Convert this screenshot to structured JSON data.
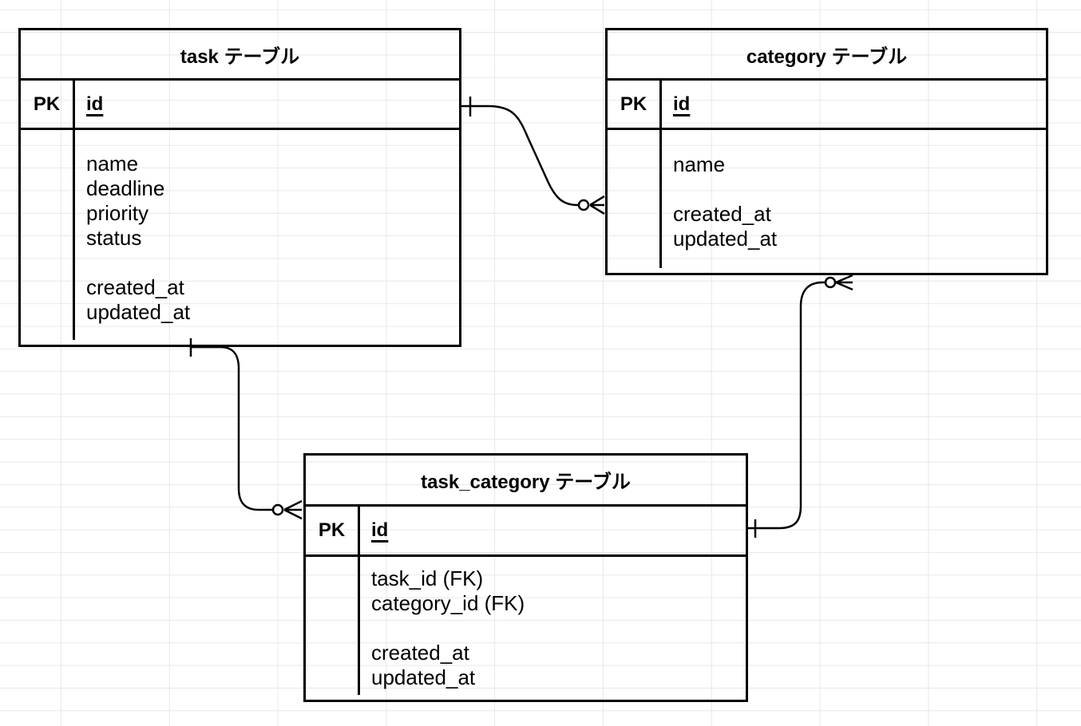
{
  "diagram": {
    "kind": "entity-relationship",
    "background_color": "#ffffff",
    "grid_color": "#e8e8e8",
    "line_color": "#000000",
    "tables": [
      {
        "name": "task",
        "title": "task テーブル",
        "pk_label": "PK",
        "pk_field": "id",
        "fields": [
          "name",
          "deadline",
          "priority",
          "status",
          "",
          "created_at",
          "updated_at"
        ]
      },
      {
        "name": "category",
        "title": "category テーブル",
        "pk_label": "PK",
        "pk_field": "id",
        "fields": [
          "name",
          "",
          "created_at",
          "updated_at"
        ]
      },
      {
        "name": "task_category",
        "title": "task_category テーブル",
        "pk_label": "PK",
        "pk_field": "id",
        "fields": [
          "task_id (FK)",
          "category_id (FK)",
          "",
          "created_at",
          "updated_at"
        ]
      }
    ],
    "relationships": [
      {
        "from": "task",
        "from_marker": "one",
        "to": "category",
        "to_marker": "zero-or-many"
      },
      {
        "from": "task",
        "from_marker": "one",
        "to": "task_category",
        "to_marker": "zero-or-many"
      },
      {
        "from": "task_category",
        "from_marker": "one",
        "to": "category",
        "to_marker": "zero-or-many"
      }
    ]
  }
}
